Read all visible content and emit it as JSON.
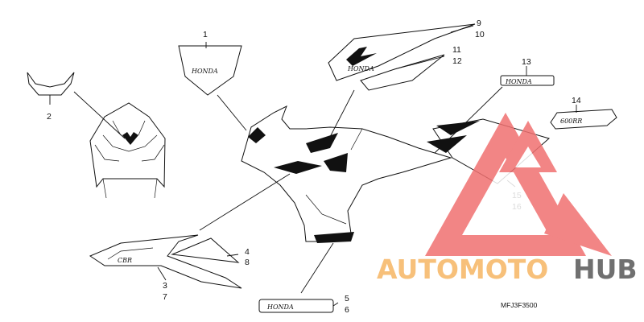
{
  "callouts": [
    {
      "id": "c1",
      "label": "1"
    },
    {
      "id": "c2",
      "label": "2"
    },
    {
      "id": "c3",
      "label": "3"
    },
    {
      "id": "c4",
      "label": "4"
    },
    {
      "id": "c5",
      "label": "5"
    },
    {
      "id": "c6",
      "label": "6"
    },
    {
      "id": "c7",
      "label": "7"
    },
    {
      "id": "c8",
      "label": "8"
    },
    {
      "id": "c9",
      "label": "9"
    },
    {
      "id": "c10",
      "label": "10"
    },
    {
      "id": "c11",
      "label": "11"
    },
    {
      "id": "c12",
      "label": "12"
    },
    {
      "id": "c13",
      "label": "13"
    },
    {
      "id": "c14",
      "label": "14"
    },
    {
      "id": "c15",
      "label": "15"
    },
    {
      "id": "c16",
      "label": "16"
    }
  ],
  "decals": {
    "honda_wordmark": "HONDA",
    "honda_small": "HONDA",
    "cbr_model": "600RR",
    "cbr_small": "CBR"
  },
  "diagram_code": "MFJ3F3500",
  "watermark": {
    "part_a": "AUTOMOTO",
    "part_b": "HUB",
    "triangle_color": "#f07070",
    "text_color_a": "#f7c07a",
    "text_color_b": "#707070"
  }
}
